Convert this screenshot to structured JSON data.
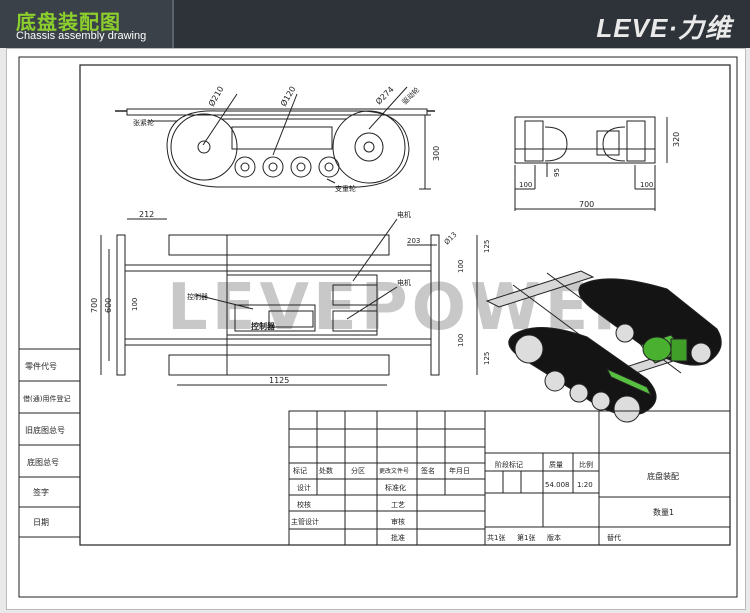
{
  "header": {
    "title_cn": "底盘装配图",
    "title_en": "Chassis assembly drawing",
    "brand": "LEVE·力维"
  },
  "watermark": "LEVEPOWER",
  "side_view": {
    "dims": [
      "Ø210",
      "Ø120",
      "Ø274",
      "300"
    ],
    "labels": [
      "张紧轮",
      "驱动轮",
      "支重轮"
    ]
  },
  "front_view": {
    "dims": [
      "320",
      "95",
      "100",
      "100",
      "700"
    ]
  },
  "top_view": {
    "dims": [
      "212",
      "203",
      "Ø13",
      "125",
      "100",
      "700",
      "600",
      "100",
      "100",
      "125",
      "1125"
    ],
    "labels": [
      "电机",
      "电机",
      "控制器",
      "控制器"
    ]
  },
  "left_table": [
    "零件代号",
    "借(通)用件登记",
    "旧底图总号",
    "底图总号",
    "签字",
    "日期"
  ],
  "title_block": {
    "header_cells": [
      "标记",
      "处数",
      "分区",
      "更改文件号",
      "签名",
      "年月日"
    ],
    "role_rows": [
      {
        "role": "设计",
        "approval": "标准化"
      },
      {
        "role": "校核",
        "approval": "工艺"
      },
      {
        "role": "主管设计",
        "approval": "审核"
      },
      {
        "role": "",
        "approval": "批准"
      }
    ],
    "stage_label": "阶段标记",
    "weight_label": "质量",
    "scale_label": "比例",
    "weight_value": "54.008",
    "scale_value": "1:20",
    "drawing_name": "底盘装配",
    "quantity": "数量1",
    "sheets_total": "共1张",
    "sheet_no": "第1张",
    "version": "版本",
    "replace": "替代"
  }
}
